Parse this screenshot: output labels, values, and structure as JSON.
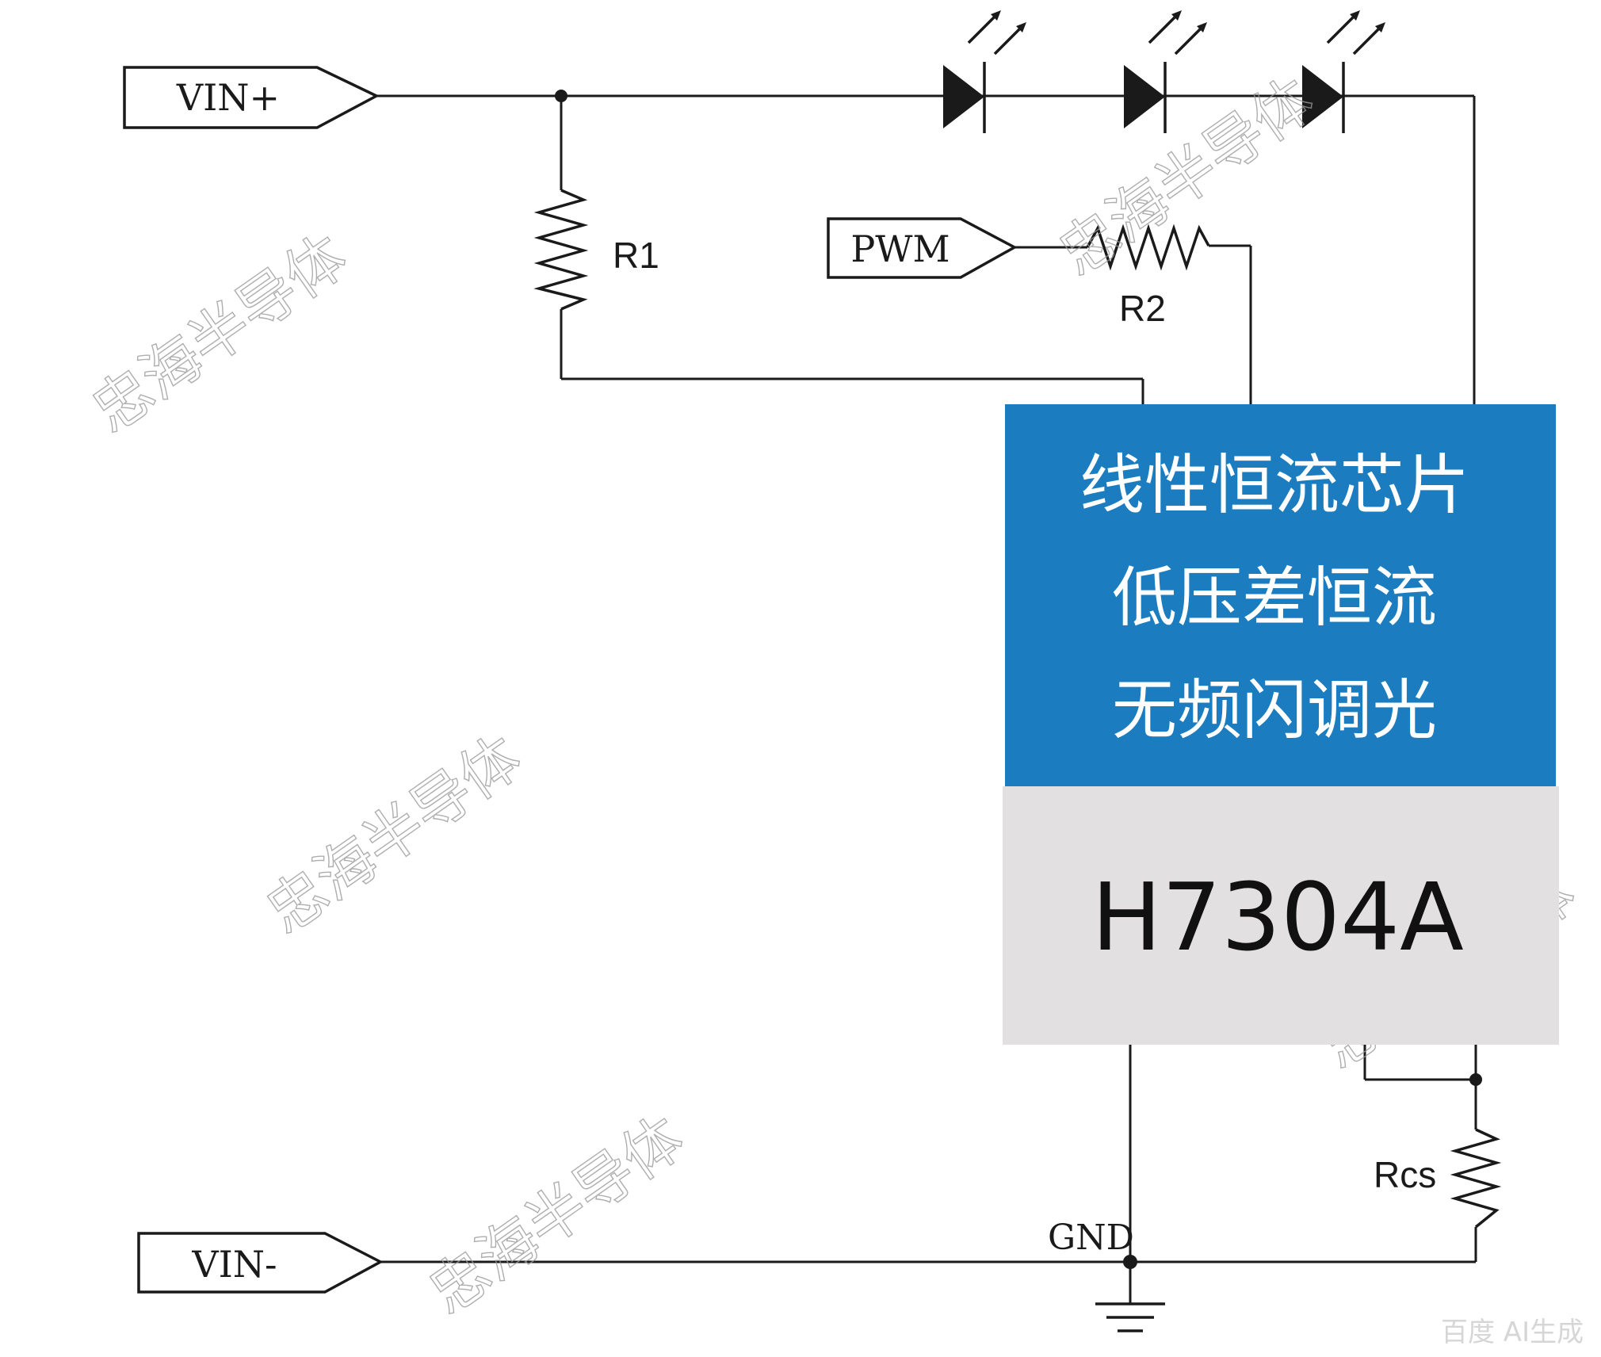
{
  "ports": {
    "vin_plus": "VIN+",
    "vin_minus": "VIN-",
    "pwm": "PWM"
  },
  "components": {
    "r1": "R1",
    "r2": "R2",
    "rcs": "Rcs",
    "gnd": "GND"
  },
  "chip": {
    "feature_lines": [
      "线性恒流芯片",
      "低压差恒流",
      "无频闪调光"
    ],
    "part_number": "H7304A",
    "colors": {
      "top_fill": "#1b7dc0",
      "bottom_fill": "#e3e0e1"
    }
  },
  "watermark": "忠海半导体",
  "corner_mark": "百度 AI生成",
  "led_count": 3
}
